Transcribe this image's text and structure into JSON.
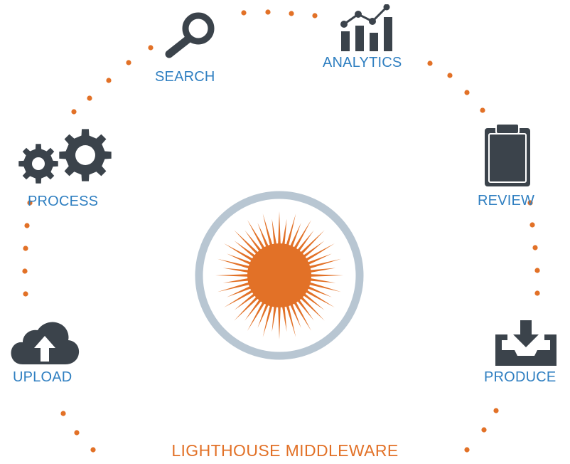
{
  "colors": {
    "label_blue": "#2f7fc1",
    "accent_orange": "#e27127",
    "icon_dark": "#3b434b",
    "ring_grey": "#b8c6d2"
  },
  "steps": [
    {
      "id": "upload",
      "label": "UPLOAD",
      "icon": "cloud-upload-icon"
    },
    {
      "id": "process",
      "label": "PROCESS",
      "icon": "gears-icon"
    },
    {
      "id": "search",
      "label": "SEARCH",
      "icon": "magnifier-icon"
    },
    {
      "id": "analytics",
      "label": "ANALYTICS",
      "icon": "bar-line-chart-icon"
    },
    {
      "id": "review",
      "label": "REVIEW",
      "icon": "clipboard-icon"
    },
    {
      "id": "produce",
      "label": "PRODUCE",
      "icon": "inbox-download-icon"
    }
  ],
  "center": {
    "icon": "sun-icon"
  },
  "footer": {
    "title": "LIGHTHOUSE MIDDLEWARE"
  }
}
